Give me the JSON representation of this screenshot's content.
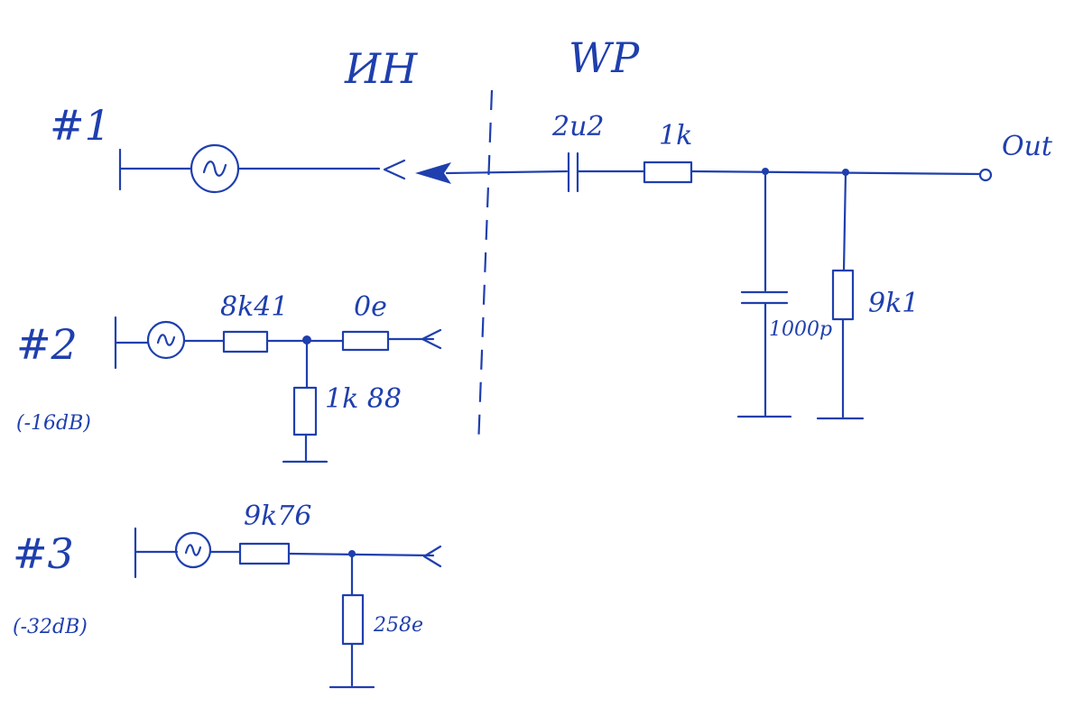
{
  "colors": {
    "ink": "#1f3fae",
    "paper": "#ffffff"
  },
  "headers": {
    "left": "ИН",
    "right": "WP"
  },
  "circuit1": {
    "label": "#1",
    "cap": "2u2",
    "res": "1k",
    "out": "Out",
    "shunt_cap": "1000p",
    "shunt_res": "9k1"
  },
  "circuit2": {
    "label": "#2",
    "level": "(-16dB)",
    "series_res": "8k41",
    "output_res": "0e",
    "shunt_res": "1k 88"
  },
  "circuit3": {
    "label": "#3",
    "level": "(-32dB)",
    "series_res": "9k76",
    "shunt_res": "258e"
  },
  "icons": {
    "source": "ac-source-icon",
    "ground": "ground-icon",
    "connector": "connector-icon"
  }
}
